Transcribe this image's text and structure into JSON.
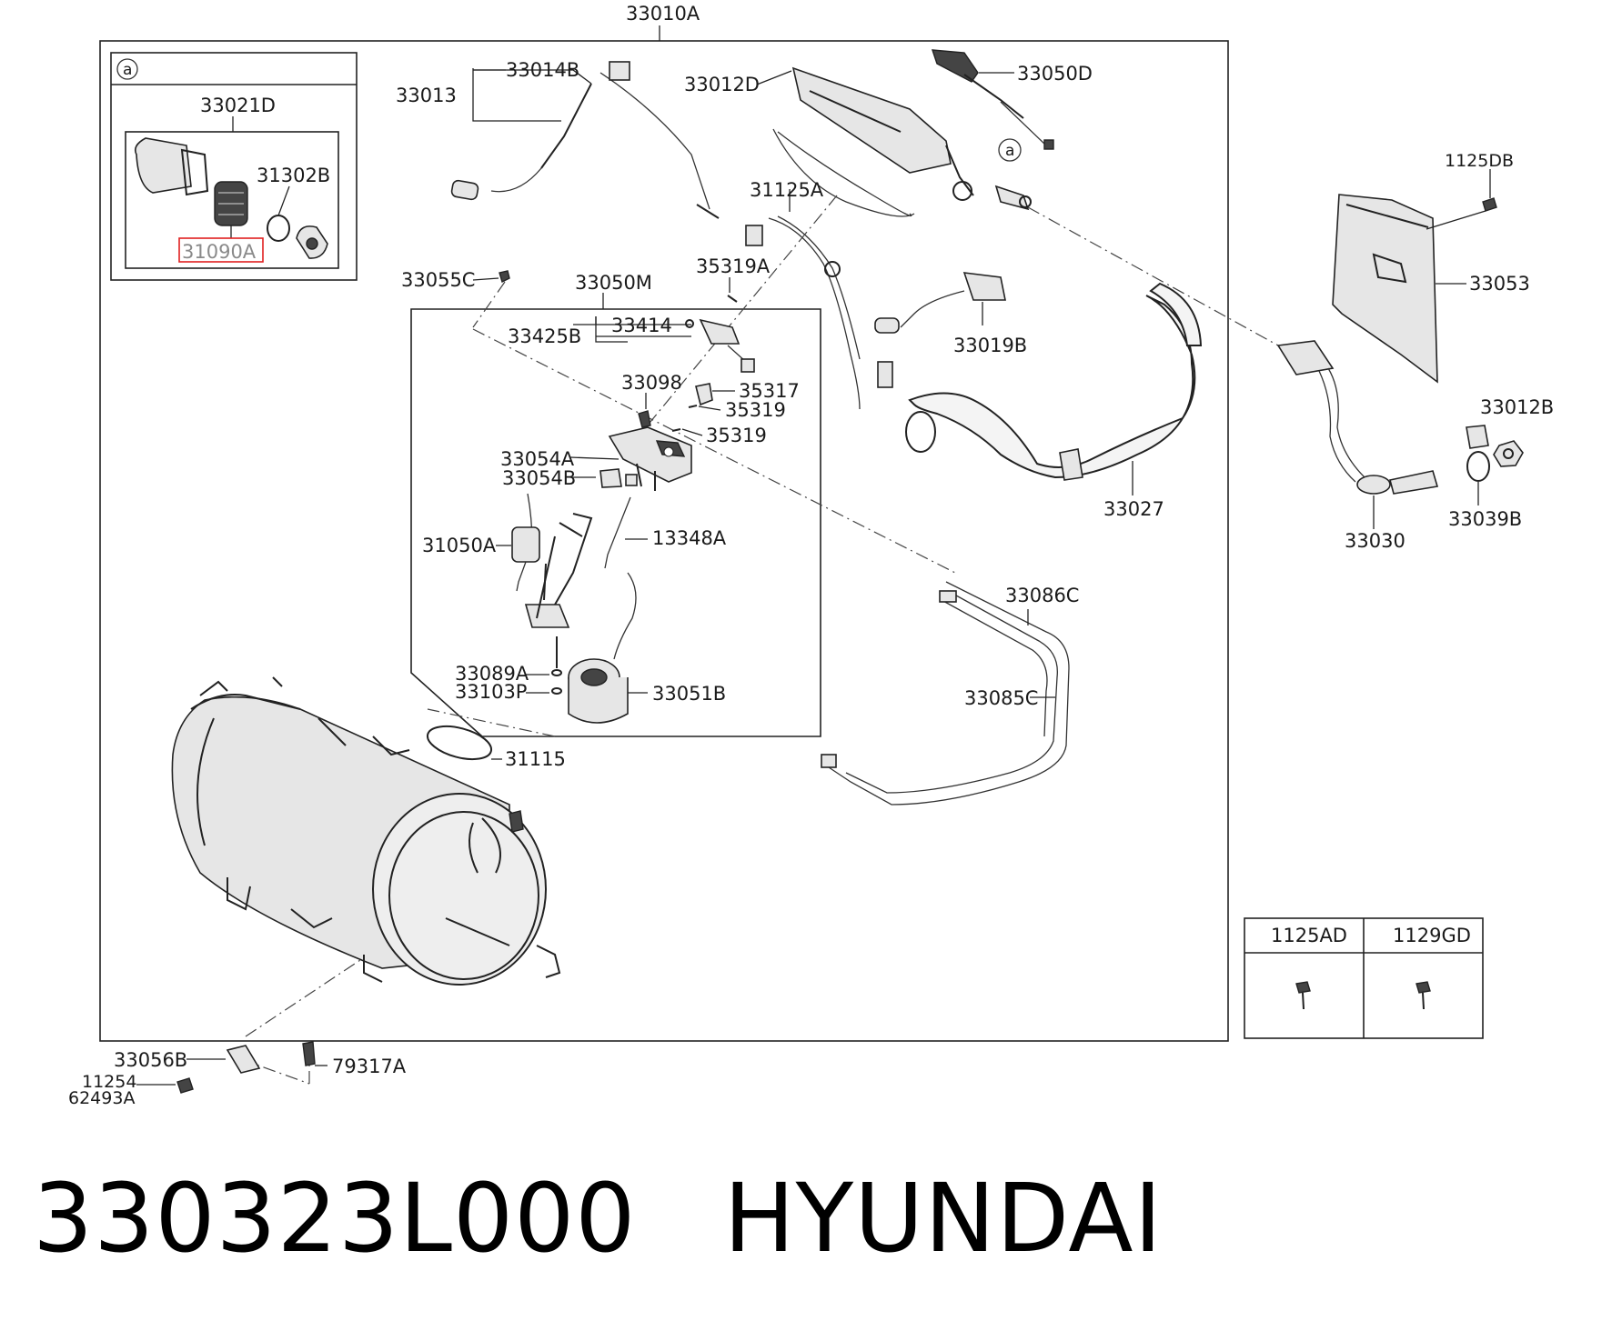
{
  "labels": {
    "l33010A": "33010A",
    "l33021D": "33021D",
    "l31302B": "31302B",
    "l31090A": "31090A",
    "l33013": "33013",
    "l33014B": "33014B",
    "l33012D": "33012D",
    "l33050D": "33050D",
    "l1125DB": "1125DB",
    "l31125A": "31125A",
    "l33055C": "33055C",
    "l33050M": "33050M",
    "l35319A": "35319A",
    "l33414": "33414",
    "l33425B": "33425B",
    "l33019B": "33019B",
    "l33053": "33053",
    "l33098": "33098",
    "l35317": "35317",
    "l35319a": "35319",
    "l35319b": "35319",
    "l33012B": "33012B",
    "l33054A": "33054A",
    "l33054B": "33054B",
    "l33027": "33027",
    "l33030": "33030",
    "l33039B": "33039B",
    "l31050A": "31050A",
    "l13348A": "13348A",
    "l33086C": "33086C",
    "l33085C": "33085C",
    "l33089A": "33089A",
    "l33103P": "33103P",
    "l33051B": "33051B",
    "l31115": "31115",
    "l33056B": "33056B",
    "l11254": "11254",
    "l62493A": "62493A",
    "l79317A": "79317A",
    "l1125AD": "1125AD",
    "l1129GD": "1129GD"
  },
  "callouts": {
    "inset": "a",
    "sender": "a"
  },
  "highlight_color": "#e02020",
  "footer": {
    "part_number": "330323L000",
    "brand": "HYUNDAI"
  }
}
